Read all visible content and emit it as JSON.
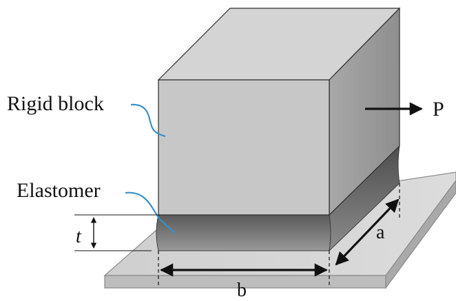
{
  "labels": {
    "rigid_block": "Rigid block",
    "elastomer": "Elastomer",
    "force": "P",
    "thickness": "t",
    "width_b": "b",
    "depth_a": "a"
  },
  "colors": {
    "block_front": "#c8c8c8",
    "block_top": "#d6d6d6",
    "block_side": "#9e9e9e",
    "elastomer_front": "#6e6e6e",
    "elastomer_side": "#585858",
    "plate_top": "#d2d2d2",
    "plate_edge": "#bcbcbc",
    "ink": "#111111",
    "leader": "#3a8fc7"
  }
}
